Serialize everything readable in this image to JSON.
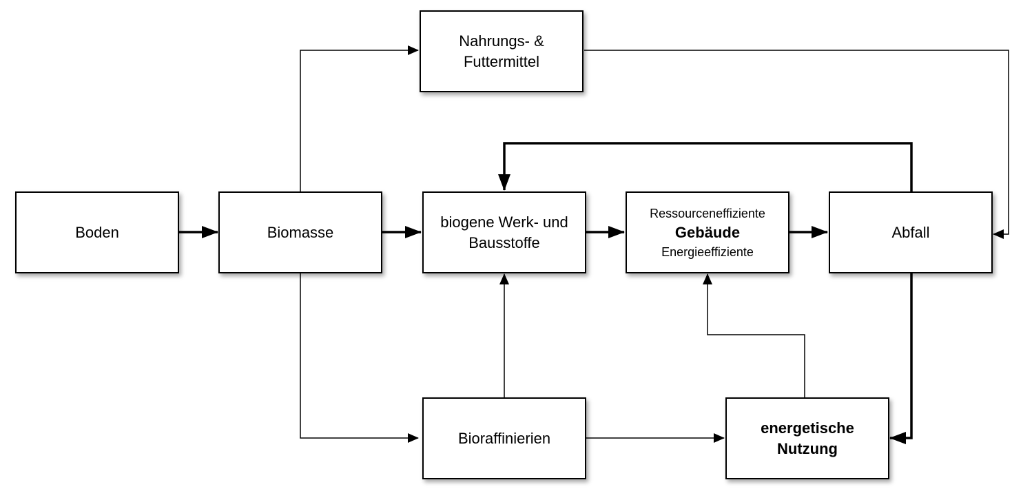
{
  "nodes": {
    "boden": {
      "lines": [
        "Boden"
      ]
    },
    "biomasse": {
      "lines": [
        "Biomasse"
      ]
    },
    "nahrung": {
      "lines": [
        "Nahrungs- &",
        "Futtermittel"
      ]
    },
    "werkstoffe": {
      "lines": [
        "biogene Werk- und",
        "Bausstoffe"
      ]
    },
    "gebaeude": {
      "top": "Ressourceneffiziente",
      "main": "Gebäude",
      "bottom": "Energieeffiziente"
    },
    "abfall": {
      "lines": [
        "Abfall"
      ]
    },
    "bioraff": {
      "lines": [
        "Bioraffinierien"
      ]
    },
    "energie": {
      "lines": [
        "energetische",
        "Nutzung"
      ]
    }
  },
  "colors": {
    "stroke": "#000000",
    "background": "#ffffff"
  }
}
